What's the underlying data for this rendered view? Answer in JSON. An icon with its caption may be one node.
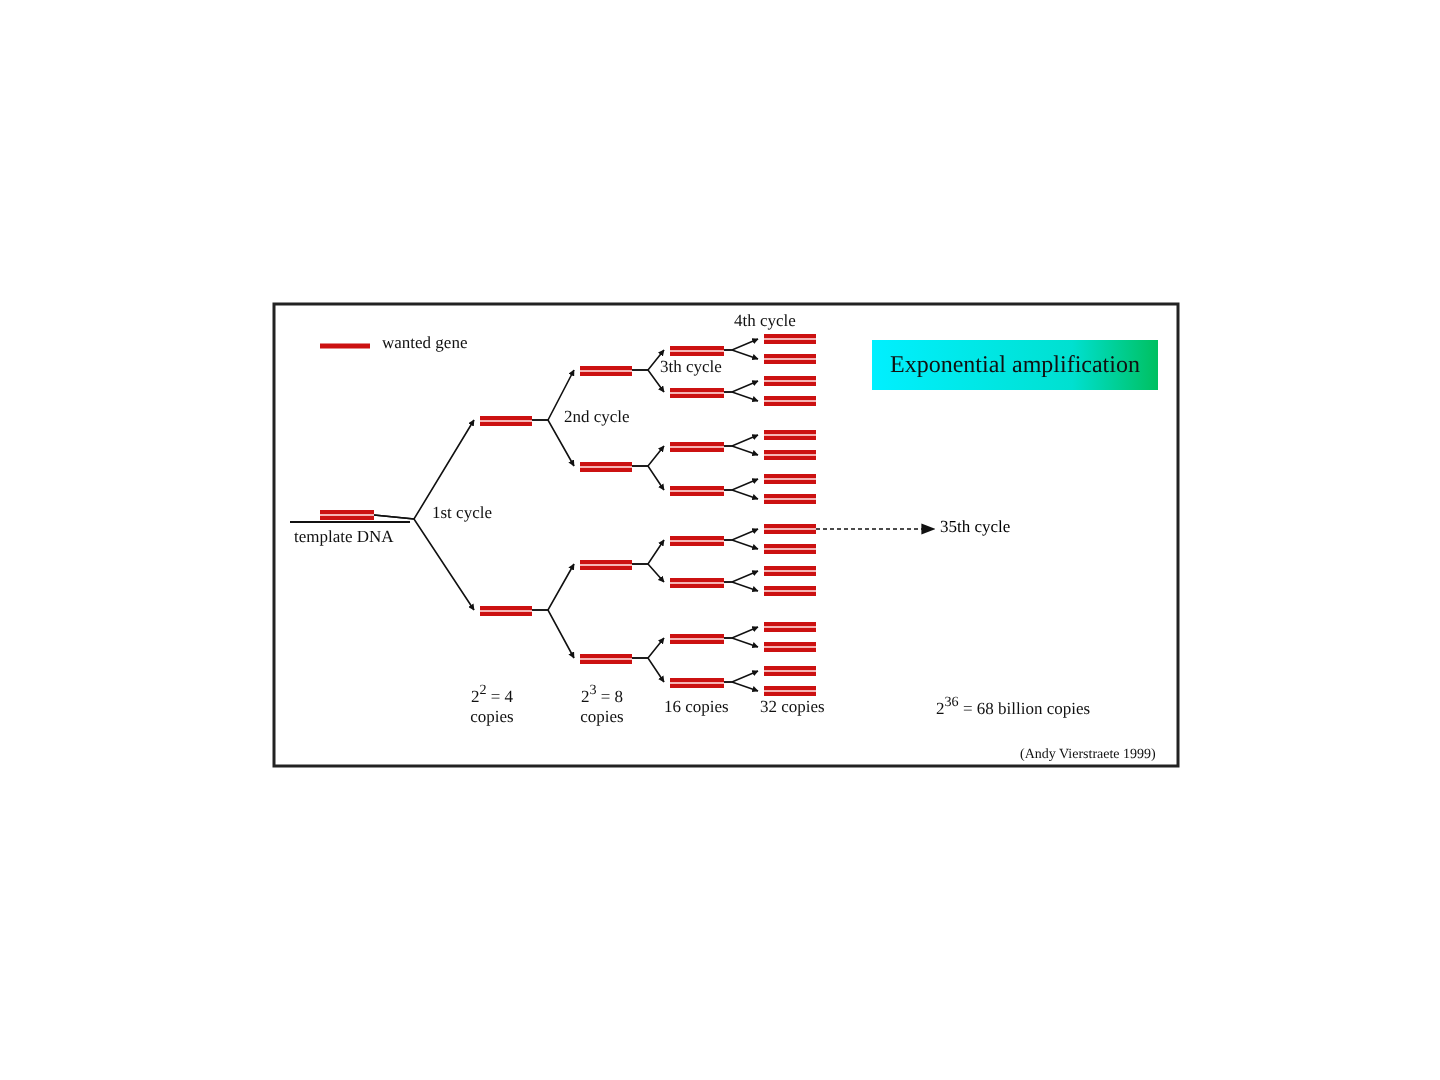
{
  "diagram": {
    "nodes": [
      {
        "text": [],
        "shape": "bar",
        "beside": [
          "template DNA"
        ]
      },
      {
        "text": [],
        "shape": "bar"
      },
      {
        "text": [],
        "shape": "bar"
      },
      {
        "text": [],
        "shape": "bar"
      },
      {
        "text": [],
        "shape": "bar"
      },
      {
        "text": [],
        "shape": "bar"
      },
      {
        "text": [],
        "shape": "bar"
      },
      {
        "text": [],
        "shape": "bar"
      },
      {
        "text": [],
        "shape": "bar"
      },
      {
        "text": [],
        "shape": "bar"
      },
      {
        "text": [],
        "shape": "bar"
      },
      {
        "text": [],
        "shape": "bar"
      },
      {
        "text": [],
        "shape": "bar"
      },
      {
        "text": [],
        "shape": "bar"
      },
      {
        "text": [],
        "shape": "bar"
      },
      {
        "text": [],
        "shape": "bar"
      },
      {
        "text": [],
        "shape": "bar"
      },
      {
        "text": [],
        "shape": "bar"
      },
      {
        "text": [],
        "shape": "bar"
      },
      {
        "text": [],
        "shape": "bar"
      },
      {
        "text": [],
        "shape": "bar"
      },
      {
        "text": [],
        "shape": "bar"
      },
      {
        "text": [],
        "shape": "bar"
      },
      {
        "text": [],
        "shape": "bar"
      },
      {
        "text": [],
        "shape": "bar"
      },
      {
        "text": [],
        "shape": "bar"
      },
      {
        "text": [],
        "shape": "bar"
      },
      {
        "text": [],
        "shape": "bar"
      },
      {
        "text": [],
        "shape": "bar"
      },
      {
        "text": [],
        "shape": "bar"
      },
      {
        "text": [],
        "shape": "bar"
      },
      {
        "text": [
          "35th cycle"
        ]
      },
      {
        "text": [
          "Exponential amplification"
        ]
      }
    ],
    "edges": [
      {
        "from": 0,
        "to": 1,
        "arrow": "to"
      },
      {
        "from": 0,
        "to": 2,
        "arrow": "to"
      },
      {
        "from": 1,
        "to": 3,
        "arrow": "to"
      },
      {
        "from": 1,
        "to": 4,
        "arrow": "to"
      },
      {
        "from": 2,
        "to": 5,
        "arrow": "to"
      },
      {
        "from": 2,
        "to": 6,
        "arrow": "to"
      },
      {
        "from": 3,
        "to": 7,
        "arrow": "to"
      },
      {
        "from": 3,
        "to": 8,
        "arrow": "to"
      },
      {
        "from": 4,
        "to": 9,
        "arrow": "to"
      },
      {
        "from": 4,
        "to": 10,
        "arrow": "to"
      },
      {
        "from": 5,
        "to": 11,
        "arrow": "to"
      },
      {
        "from": 5,
        "to": 12,
        "arrow": "to"
      },
      {
        "from": 6,
        "to": 13,
        "arrow": "to"
      },
      {
        "from": 6,
        "to": 14,
        "arrow": "to"
      },
      {
        "from": 7,
        "to": 15,
        "arrow": "to"
      },
      {
        "from": 7,
        "to": 16,
        "arrow": "to"
      },
      {
        "from": 8,
        "to": 17,
        "arrow": "to"
      },
      {
        "from": 8,
        "to": 18,
        "arrow": "to"
      },
      {
        "from": 9,
        "to": 19,
        "arrow": "to"
      },
      {
        "from": 9,
        "to": 20,
        "arrow": "to"
      },
      {
        "from": 10,
        "to": 21,
        "arrow": "to"
      },
      {
        "from": 10,
        "to": 22,
        "arrow": "to"
      },
      {
        "from": 11,
        "to": 23,
        "arrow": "to"
      },
      {
        "from": 11,
        "to": 24,
        "arrow": "to"
      },
      {
        "from": 12,
        "to": 25,
        "arrow": "to"
      },
      {
        "from": 12,
        "to": 26,
        "arrow": "to"
      },
      {
        "from": 13,
        "to": 27,
        "arrow": "to"
      },
      {
        "from": 13,
        "to": 28,
        "arrow": "to"
      },
      {
        "from": 14,
        "to": 29,
        "arrow": "to"
      },
      {
        "from": 14,
        "to": 30,
        "arrow": "to"
      },
      {
        "from": 23,
        "to": 31,
        "arrow": "to",
        "style": "dashed"
      }
    ],
    "labels": [
      "4th cycle",
      "3th cycle",
      "2nd cycle",
      "1st cycle",
      "2$^{2}$ = 4 copies",
      "2$^{3}$ = 8 copies",
      "16 copies",
      "32 copies",
      "2$^{36}$ = 68 billion copies",
      "(Andy Vierstraete 1999)"
    ],
    "legend": [
      {
        "text": "wanted gene"
      }
    ]
  }
}
